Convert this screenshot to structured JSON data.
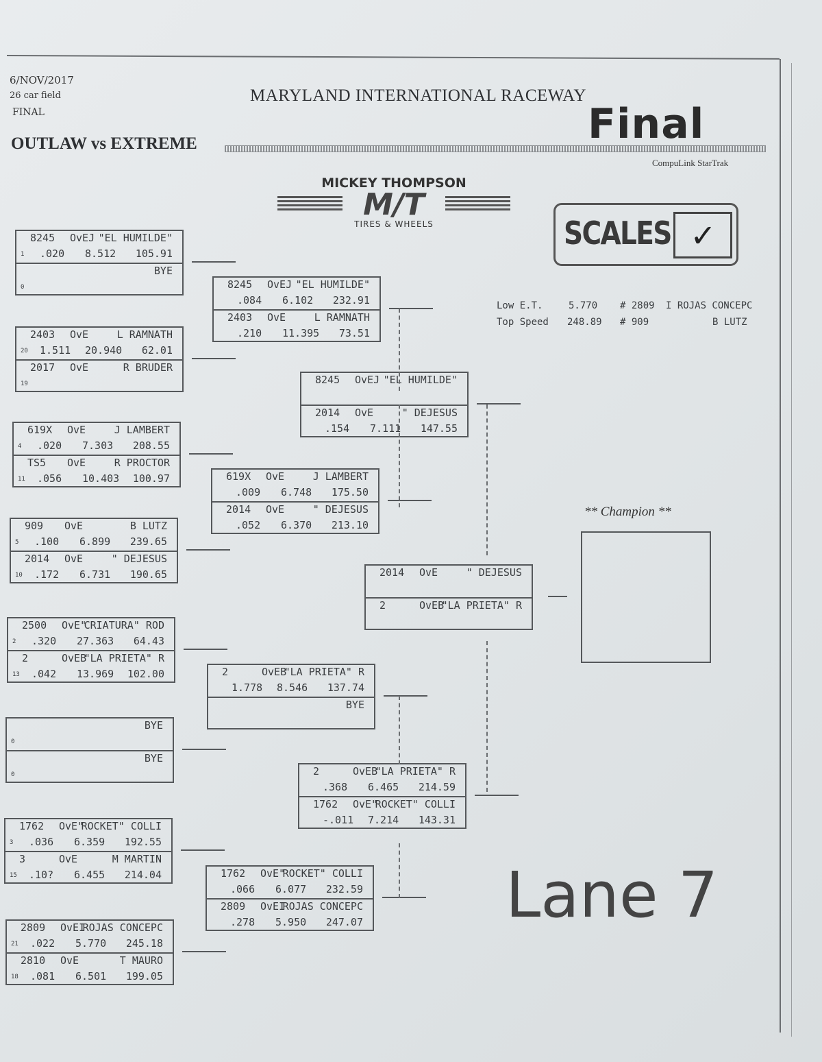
{
  "header": {
    "date": "6/NOV/2017",
    "field": "26 car field",
    "round": "FINAL",
    "title": "MARYLAND INTERNATIONAL RACEWAY",
    "subtitle": "OUTLAW vs EXTREME",
    "system": "CompuLink StarTrak"
  },
  "handwriting": {
    "final": "Final",
    "lane": "Lane 7"
  },
  "logo": {
    "line1": "MICKEY THOMPSON",
    "line2": "M/T",
    "line3": "TIRES & WHEELS"
  },
  "stamp": {
    "label": "SCALES",
    "check": "✓"
  },
  "stats": {
    "low_et": {
      "label": "Low  E.T.",
      "value": "5.770",
      "car": "# 2809",
      "name": "I ROJAS CONCEPC"
    },
    "top_speed": {
      "label": "Top Speed",
      "value": "248.89",
      "car": "# 909",
      "name": "B LUTZ"
    }
  },
  "champion": {
    "label": "** Champion **"
  },
  "rounds": [
    [
      [
        {
          "car": "8245",
          "cls": "OvEJ",
          "name": "\"EL HUMILDE\"",
          "seed": "1",
          "rt": ".020",
          "et": "8.512",
          "mph": "105.91"
        },
        {
          "car": "",
          "cls": "",
          "name": "BYE",
          "seed": "0",
          "rt": "",
          "et": "",
          "mph": ""
        }
      ],
      [
        {
          "car": "2403",
          "cls": "OvE",
          "name": "L RAMNATH",
          "seed": "20",
          "rt": "1.511",
          "et": "20.940",
          "mph": "62.01"
        },
        {
          "car": "2017",
          "cls": "OvE",
          "name": "R BRUDER",
          "seed": "19",
          "rt": "",
          "et": "",
          "mph": ""
        }
      ],
      [
        {
          "car": "619X",
          "cls": "OvE",
          "name": "J LAMBERT",
          "seed": "4",
          "rt": ".020",
          "et": "7.303",
          "mph": "208.55"
        },
        {
          "car": "TS5",
          "cls": "OvE",
          "name": "R PROCTOR",
          "seed": "11",
          "rt": ".056",
          "et": "10.403",
          "mph": "100.97"
        }
      ],
      [
        {
          "car": "909",
          "cls": "OvE",
          "name": "B LUTZ",
          "seed": "5",
          "rt": ".100",
          "et": "6.899",
          "mph": "239.65"
        },
        {
          "car": "2014",
          "cls": "OvE",
          "name": "\" DEJESUS",
          "seed": "10",
          "rt": ".172",
          "et": "6.731",
          "mph": "190.65"
        }
      ],
      [
        {
          "car": "2500",
          "cls": "OvE\"",
          "name": "CRIATURA\" ROD",
          "seed": "2",
          "rt": ".320",
          "et": "27.363",
          "mph": "64.43"
        },
        {
          "car": "2",
          "cls": "OvEB",
          "name": "\"LA PRIETA\" R",
          "seed": "13",
          "rt": ".042",
          "et": "13.969",
          "mph": "102.00"
        }
      ],
      [
        {
          "car": "",
          "cls": "",
          "name": "BYE",
          "seed": "0",
          "rt": "",
          "et": "",
          "mph": ""
        },
        {
          "car": "",
          "cls": "",
          "name": "BYE",
          "seed": "0",
          "rt": "",
          "et": "",
          "mph": ""
        }
      ],
      [
        {
          "car": "1762",
          "cls": "OvE\"",
          "name": "ROCKET\" COLLI",
          "seed": "3",
          "rt": ".036",
          "et": "6.359",
          "mph": "192.55"
        },
        {
          "car": "3",
          "cls": "OvE",
          "name": "M MARTIN",
          "seed": "15",
          "rt": ".10?",
          "et": "6.455",
          "mph": "214.04"
        }
      ],
      [
        {
          "car": "2809",
          "cls": "OvEI",
          "name": "ROJAS CONCEPC",
          "seed": "21",
          "rt": ".022",
          "et": "5.770",
          "mph": "245.18"
        },
        {
          "car": "2810",
          "cls": "OvE",
          "name": "T MAURO",
          "seed": "18",
          "rt": ".081",
          "et": "6.501",
          "mph": "199.05"
        }
      ]
    ],
    [
      [
        {
          "car": "8245",
          "cls": "OvEJ",
          "name": "\"EL HUMILDE\"",
          "seed": "",
          "rt": ".084",
          "et": "6.102",
          "mph": "232.91"
        },
        {
          "car": "2403",
          "cls": "OvE",
          "name": "L RAMNATH",
          "seed": "",
          "rt": ".210",
          "et": "11.395",
          "mph": "73.51"
        }
      ],
      [
        {
          "car": "619X",
          "cls": "OvE",
          "name": "J LAMBERT",
          "seed": "",
          "rt": ".009",
          "et": "6.748",
          "mph": "175.50"
        },
        {
          "car": "2014",
          "cls": "OvE",
          "name": "\" DEJESUS",
          "seed": "",
          "rt": ".052",
          "et": "6.370",
          "mph": "213.10"
        }
      ],
      [
        {
          "car": "2",
          "cls": "OvEB",
          "name": "\"LA PRIETA\" R",
          "seed": "",
          "rt": "1.778",
          "et": "8.546",
          "mph": "137.74"
        },
        {
          "car": "",
          "cls": "",
          "name": "BYE",
          "seed": "",
          "rt": "",
          "et": "",
          "mph": ""
        }
      ],
      [
        {
          "car": "1762",
          "cls": "OvE\"",
          "name": "ROCKET\" COLLI",
          "seed": "",
          "rt": ".066",
          "et": "6.077",
          "mph": "232.59"
        },
        {
          "car": "2809",
          "cls": "OvEI",
          "name": "ROJAS CONCEPC",
          "seed": "",
          "rt": ".278",
          "et": "5.950",
          "mph": "247.07"
        }
      ]
    ],
    [
      [
        {
          "car": "8245",
          "cls": "OvEJ",
          "name": "\"EL HUMILDE\"",
          "seed": "",
          "rt": "",
          "et": "",
          "mph": ""
        },
        {
          "car": "2014",
          "cls": "OvE",
          "name": "\" DEJESUS",
          "seed": "",
          "rt": ".154",
          "et": "7.111",
          "mph": "147.55"
        }
      ],
      [
        {
          "car": "2",
          "cls": "OvEB",
          "name": "\"LA PRIETA\" R",
          "seed": "",
          "rt": ".368",
          "et": "6.465",
          "mph": "214.59"
        },
        {
          "car": "1762",
          "cls": "OvE\"",
          "name": "ROCKET\" COLLI",
          "seed": "",
          "rt": "-.011",
          "et": "7.214",
          "mph": "143.31"
        }
      ]
    ],
    [
      [
        {
          "car": "2014",
          "cls": "OvE",
          "name": "\" DEJESUS",
          "seed": "",
          "rt": "",
          "et": "",
          "mph": ""
        },
        {
          "car": "2",
          "cls": "OvEB",
          "name": "\"LA PRIETA\" R",
          "seed": "",
          "rt": "",
          "et": "",
          "mph": ""
        }
      ]
    ]
  ]
}
